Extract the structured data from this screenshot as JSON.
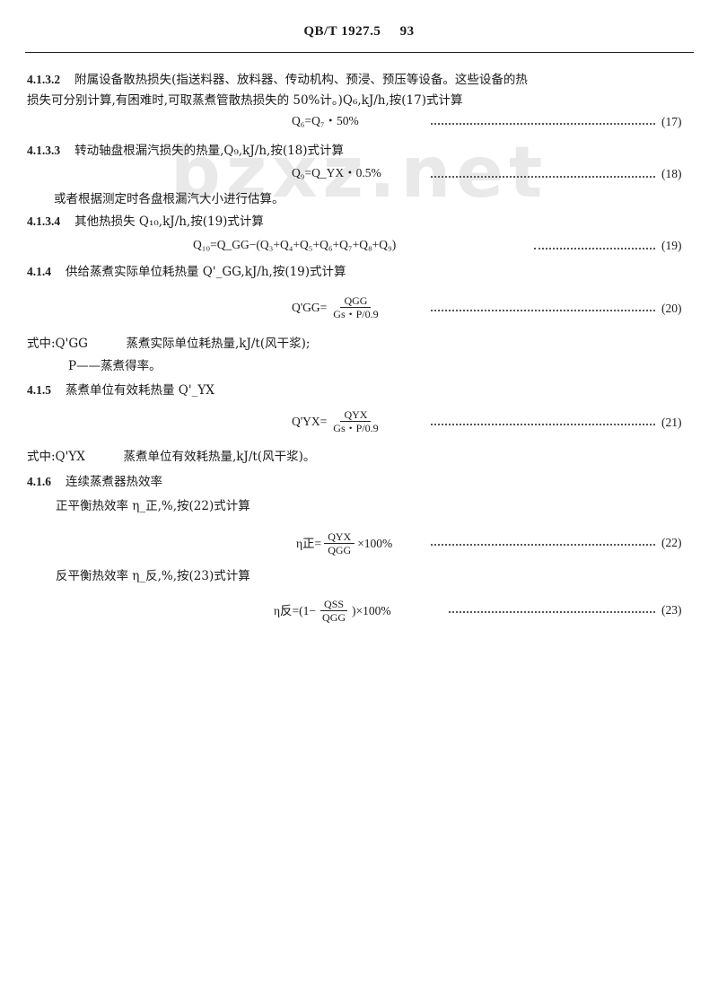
{
  "header": {
    "title": "QB/T 1927.5",
    "page_number": "93"
  },
  "watermark": "bzxz.net",
  "sections": [
    {
      "id": "4.1.3.2",
      "number": "4.1.3.2",
      "text_line1": "附属设备散热损失(指送料器、放料器、传动机构、预浸、预压等设备。这些设备的热",
      "text_line2": "损失可分别计算,有困难时,可取蒸煮管散热损失的 50%计。)Q₆,kJ/h,按(17)式计算",
      "formula": "Q₆=Q₇・50%",
      "eq_number": "(17)"
    },
    {
      "id": "4.1.3.3",
      "number": "4.1.3.3",
      "text": "转动轴盘根漏汽损失的热量,Q₉,kJ/h,按(18)式计算",
      "formula": "Q₉=Q_YX・0.5%",
      "eq_number": "(18)",
      "note": "或者根据测定时各盘根漏汽大小进行估算。"
    },
    {
      "id": "4.1.3.4",
      "number": "4.1.3.4",
      "text": "其他热损失 Q₁₀,kJ/h,按(19)式计算",
      "formula": "Q₁₀=Q_GG−(Q₃+Q₄+Q₅+Q₆+Q₇+Q₈+Q₉)",
      "eq_number": "(19)"
    },
    {
      "id": "4.1.4",
      "number": "4.1.4",
      "text": "供给蒸煮实际单位耗热量 Q'_GG,kJ/h,按(19)式计算",
      "formula_lhs": "Q'GG=",
      "formula_num": "QGG",
      "formula_den": "Gs・P/0.9",
      "eq_number": "(20)",
      "where_lead": "式中:Q'GG",
      "where_desc": "蒸煮实际单位耗热量,kJ/t(风干浆);",
      "where_p": "P——蒸煮得率。"
    },
    {
      "id": "4.1.5",
      "number": "4.1.5",
      "text": "蒸煮单位有效耗热量 Q'_YX",
      "formula_lhs": "Q'YX=",
      "formula_num": "QYX",
      "formula_den": "Gs・P/0.9",
      "eq_number": "(21)",
      "where_lead": "式中:Q'YX",
      "where_desc": "蒸煮单位有效耗热量,kJ/t(风干浆)。"
    },
    {
      "id": "4.1.6",
      "number": "4.1.6",
      "text": "连续蒸煮器热效率",
      "sub1_text": "正平衡热效率 η_正,%,按(22)式计算",
      "sub1_formula_lhs": "η正=",
      "sub1_formula_num": "QYX",
      "sub1_formula_den": "QGG",
      "sub1_formula_rhs": "×100%",
      "sub1_eq_number": "(22)",
      "sub2_text": "反平衡热效率 η_反,%,按(23)式计算",
      "sub2_formula_lhs": "η反=(1−",
      "sub2_formula_num": "QSS",
      "sub2_formula_den": "QGG",
      "sub2_formula_rhs": ")×100%",
      "sub2_eq_number": "(23)"
    }
  ]
}
